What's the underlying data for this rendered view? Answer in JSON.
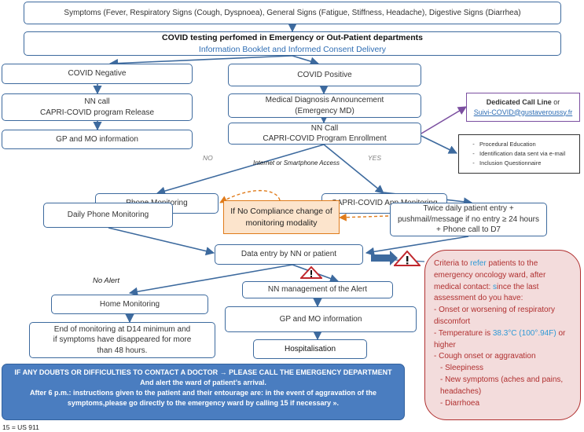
{
  "symptoms": "Symptoms (Fever, Respiratory Signs (Cough, Dyspnoea), General Signs (Fatigue, Stiffness, Headache), Digestive Signs (Diarrhea)",
  "testing": {
    "title": "COVID testing perfomed in Emergency or Out-Patient departments",
    "subtitle": "Information Booklet and Informed Consent Delivery"
  },
  "negative": {
    "title": "COVID Negative",
    "nn_call_line1": "NN call",
    "nn_call_line2": "CAPRI-COVID program Release",
    "gp_mo": "GP and MO information"
  },
  "positive": {
    "title": "COVID Positive",
    "diagnosis_line1": "Medical Diagnosis Announcement",
    "diagnosis_line2": "(Emergency MD)",
    "nn_call_line1": "NN Call",
    "nn_call_line2": "CAPRI-COVID Program Enrollment"
  },
  "dedicated": {
    "label": "Dedicated Call Line",
    "or": " or",
    "email": "Suivi-COVID@gustaveroussy.fr"
  },
  "procedures": [
    "Procedural Education",
    "Identification data sent via e-mail",
    "Inclusion Questionnaire"
  ],
  "branch_labels": {
    "no": "NO",
    "yes": "YES",
    "internet": "Internet or Smartphone Access",
    "no_alert": "No Alert"
  },
  "phone_monitoring": "Phone Monitoring",
  "app_monitoring": "CAPRI-COVID App Monitoring",
  "daily_phone": "Daily Phone Monitoring",
  "no_compliance_line1": "If No Compliance change of",
  "no_compliance_line2": "monitoring modality",
  "twice_daily_line1": "Twice daily patient entry +",
  "twice_daily_line2": "pushmail/message if no entry ≥ 24 hours",
  "twice_daily_line3": "+ Phone call to D7",
  "data_entry": "Data entry by NN or patient",
  "home_monitoring": "Home Monitoring",
  "end_monitoring_line1": "End of monitoring at D14 minimum and",
  "end_monitoring_line2": "if symptoms have disappeared for more",
  "end_monitoring_line3": "than 48 hours.",
  "nn_alert": "NN management of the Alert",
  "gp_mo_2": "GP and MO information",
  "hospitalisation": "Hospitalisation",
  "criteria": {
    "line1a": "Criteria to ",
    "line1b": "refer",
    "line1c": " patients to the emergency oncology ward, after medical contact:  ",
    "line1d": "s",
    "line1e": "ince the last assessment do you have:",
    "item1": "- Onset or worsening of respiratory discomfort",
    "item2a": "- Temperature is ",
    "item2b": "38.3°C (100°.94F)",
    "item2c": " or higher",
    "item3": "- Cough onset or aggravation",
    "item4": "-   Sleepiness",
    "item5": "-   New symptoms (aches and pains, headaches)",
    "item6": "-   Diarrhoea"
  },
  "emergency": {
    "line1": "IF ANY DOUBTS OR DIFFICULTIES TO CONTACT A DOCTOR → PLEASE CALL THE EMERGENCY DEPARTMENT",
    "line2": "And alert the ward of patient’s arrival.",
    "line3": "After 6 p.m.: instructions given to the patient and their entourage are: in the event of aggravation of the symptoms,please  go  directly to the emergency ward by calling 15 if necessary »."
  },
  "footnote": "15 = US 911",
  "colors": {
    "box_border": "#3d6a9e",
    "accent_blue": "#2e6db4",
    "orange": "#e07b1a",
    "criteria_red": "#b03030",
    "panel_blue": "#4a7dc0",
    "purple": "#7b4fa0"
  }
}
